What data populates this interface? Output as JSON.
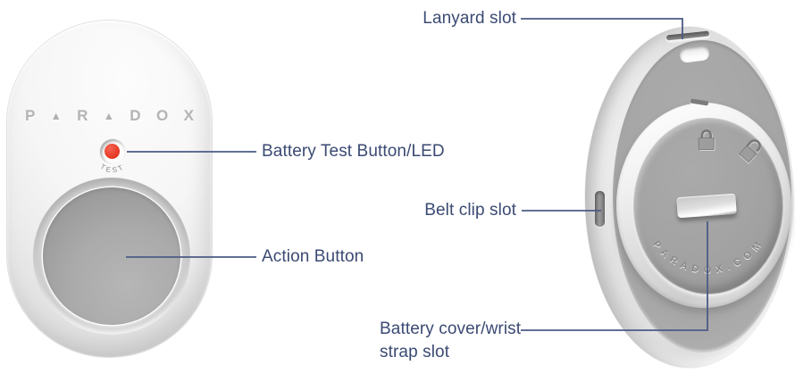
{
  "figure": {
    "title": "Remote control front and back diagram",
    "background_color": "#ffffff",
    "label_text_color": "#3b4a73",
    "leader_line_color": "#4c5b85",
    "led_color": "#e93d2b"
  },
  "left_device": {
    "view": "front",
    "logo": [
      "P",
      "▲",
      "R",
      "▲",
      "D",
      "O",
      "X"
    ],
    "test_button_engraving": "TEST"
  },
  "right_device": {
    "view": "back",
    "cover_engraving": "P A R A D O X . C O M"
  },
  "labels": {
    "lanyard_slot": "Lanyard slot",
    "battery_test": "Battery Test Button/LED",
    "action_button": "Action Button",
    "belt_clip": "Belt clip slot",
    "battery_cover_line1": "Battery cover/wrist",
    "battery_cover_line2": "strap slot"
  }
}
